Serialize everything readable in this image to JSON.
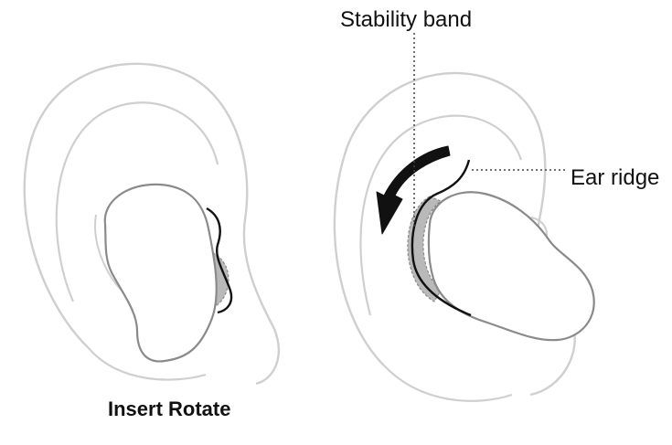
{
  "labels": {
    "stability_band": "Stability band",
    "ear_ridge": "Ear ridge",
    "caption": "Insert Rotate"
  },
  "colors": {
    "ear_outline": "#cfcfcf",
    "earbud_outline": "#8a8a8a",
    "earbud_fill": "#ffffff",
    "band_fill": "#b9b9b9",
    "ridge_stroke": "#111111",
    "arrow_fill": "#111111",
    "leader_line": "#444444"
  },
  "icons": {
    "rotation_arrow": "curved-arrow-counterclockwise-icon"
  }
}
